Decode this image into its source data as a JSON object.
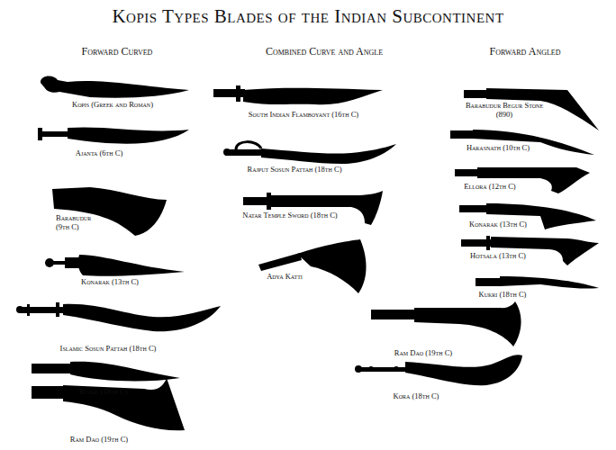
{
  "diagram": {
    "title": "Kopis Types Blades of the Indian Subcontinent",
    "labels": [
      "Forward Curved",
      "Combined Curve and Angle",
      "Forward Angled",
      "Kopis (Greek and Roman)",
      "Ajanta (6th C)",
      "Barabudur (9th C)",
      "Konarak (13th C)",
      "Islamic Sosun Pattah (18th C)",
      "Kukri (18th C)",
      "Ram Dao (19th C)",
      "South Indian Flamboyant (16th C)",
      "Rajput Sosun Pattah (18th C)",
      "Natar Temple Sword (18th C)",
      "Adya Katti",
      "Barabudur Begur Stone (890)",
      "Harasnath (10th C)",
      "Ellora (12th C)",
      "Konarak (13th C)",
      "Hotsala (13th C)",
      "Kukri (18th C)",
      "Ram Dao (19th C)",
      "Kora (18th C)"
    ]
  }
}
